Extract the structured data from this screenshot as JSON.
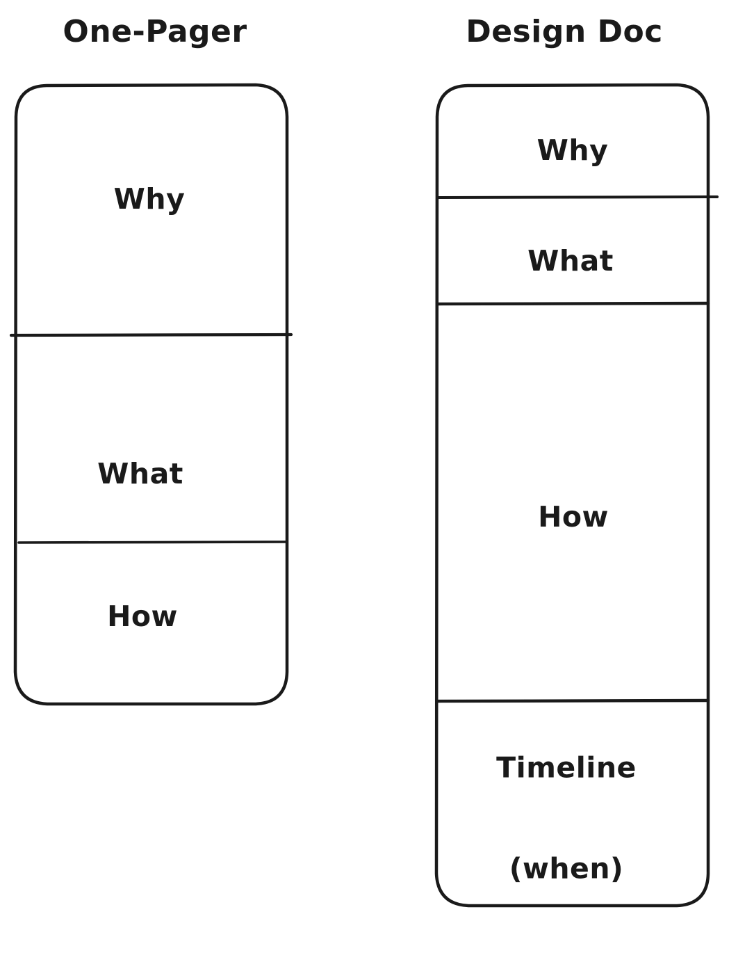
{
  "diagram": {
    "title_hidden": "",
    "style": {
      "stroke_color": "#1a1a1a",
      "text_color": "#1a1a1a",
      "background": "#ffffff"
    },
    "columns": [
      {
        "id": "one-pager",
        "title": "One-Pager",
        "sections": [
          {
            "id": "why",
            "label": "Why"
          },
          {
            "id": "what",
            "label": "What"
          },
          {
            "id": "how",
            "label": "How"
          }
        ]
      },
      {
        "id": "design-doc",
        "title": "Design Doc",
        "sections": [
          {
            "id": "why",
            "label": "Why"
          },
          {
            "id": "what",
            "label": "What"
          },
          {
            "id": "how",
            "label": "How"
          },
          {
            "id": "timeline",
            "label_line1": "Timeline",
            "label_line2": "(when)"
          }
        ]
      }
    ]
  }
}
